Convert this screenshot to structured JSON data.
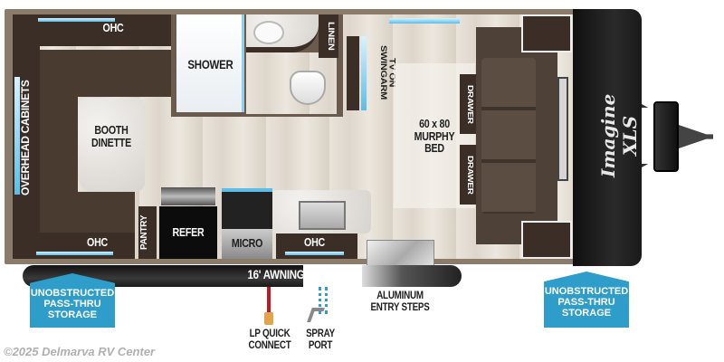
{
  "floorplan": {
    "model": "Imagine XLS",
    "rooms": {
      "ohc_top": "OHC",
      "overhead_cabinets": "OVERHEAD CABINETS",
      "booth_dinette": "BOOTH DINETTE",
      "shower": "SHOWER",
      "linen": "LINEN",
      "tv": "TV ON SWINGARM",
      "murphy_bed": "60 x 80 MURPHY BED",
      "drawer_1": "DRAWER",
      "drawer_2": "DRAWER",
      "pantry": "PANTRY",
      "refer": "REFER",
      "micro": "MICRO",
      "ohc_bottom_left": "OHC",
      "ohc_bottom_right": "OHC"
    },
    "exterior": {
      "awning": "16' AWNING",
      "storage_left": "UNOBSTRUCTED PASS-THRU STORAGE",
      "storage_right": "UNOBSTRUCTED PASS-THRU STORAGE",
      "lp_connect": "LP QUICK CONNECT",
      "spray_port": "SPRAY PORT",
      "entry_steps": "ALUMINUM ENTRY STEPS"
    }
  },
  "footer": {
    "copyright": "©2025 Delmarva RV Center"
  },
  "colors": {
    "wall": "#8b7b6b",
    "floor": "#e6dfd5",
    "cabinet": "#3a2e26",
    "led": "#5bbde8",
    "storage_sign": "#2f9dc9",
    "front_cap": "#1f1f1f"
  }
}
